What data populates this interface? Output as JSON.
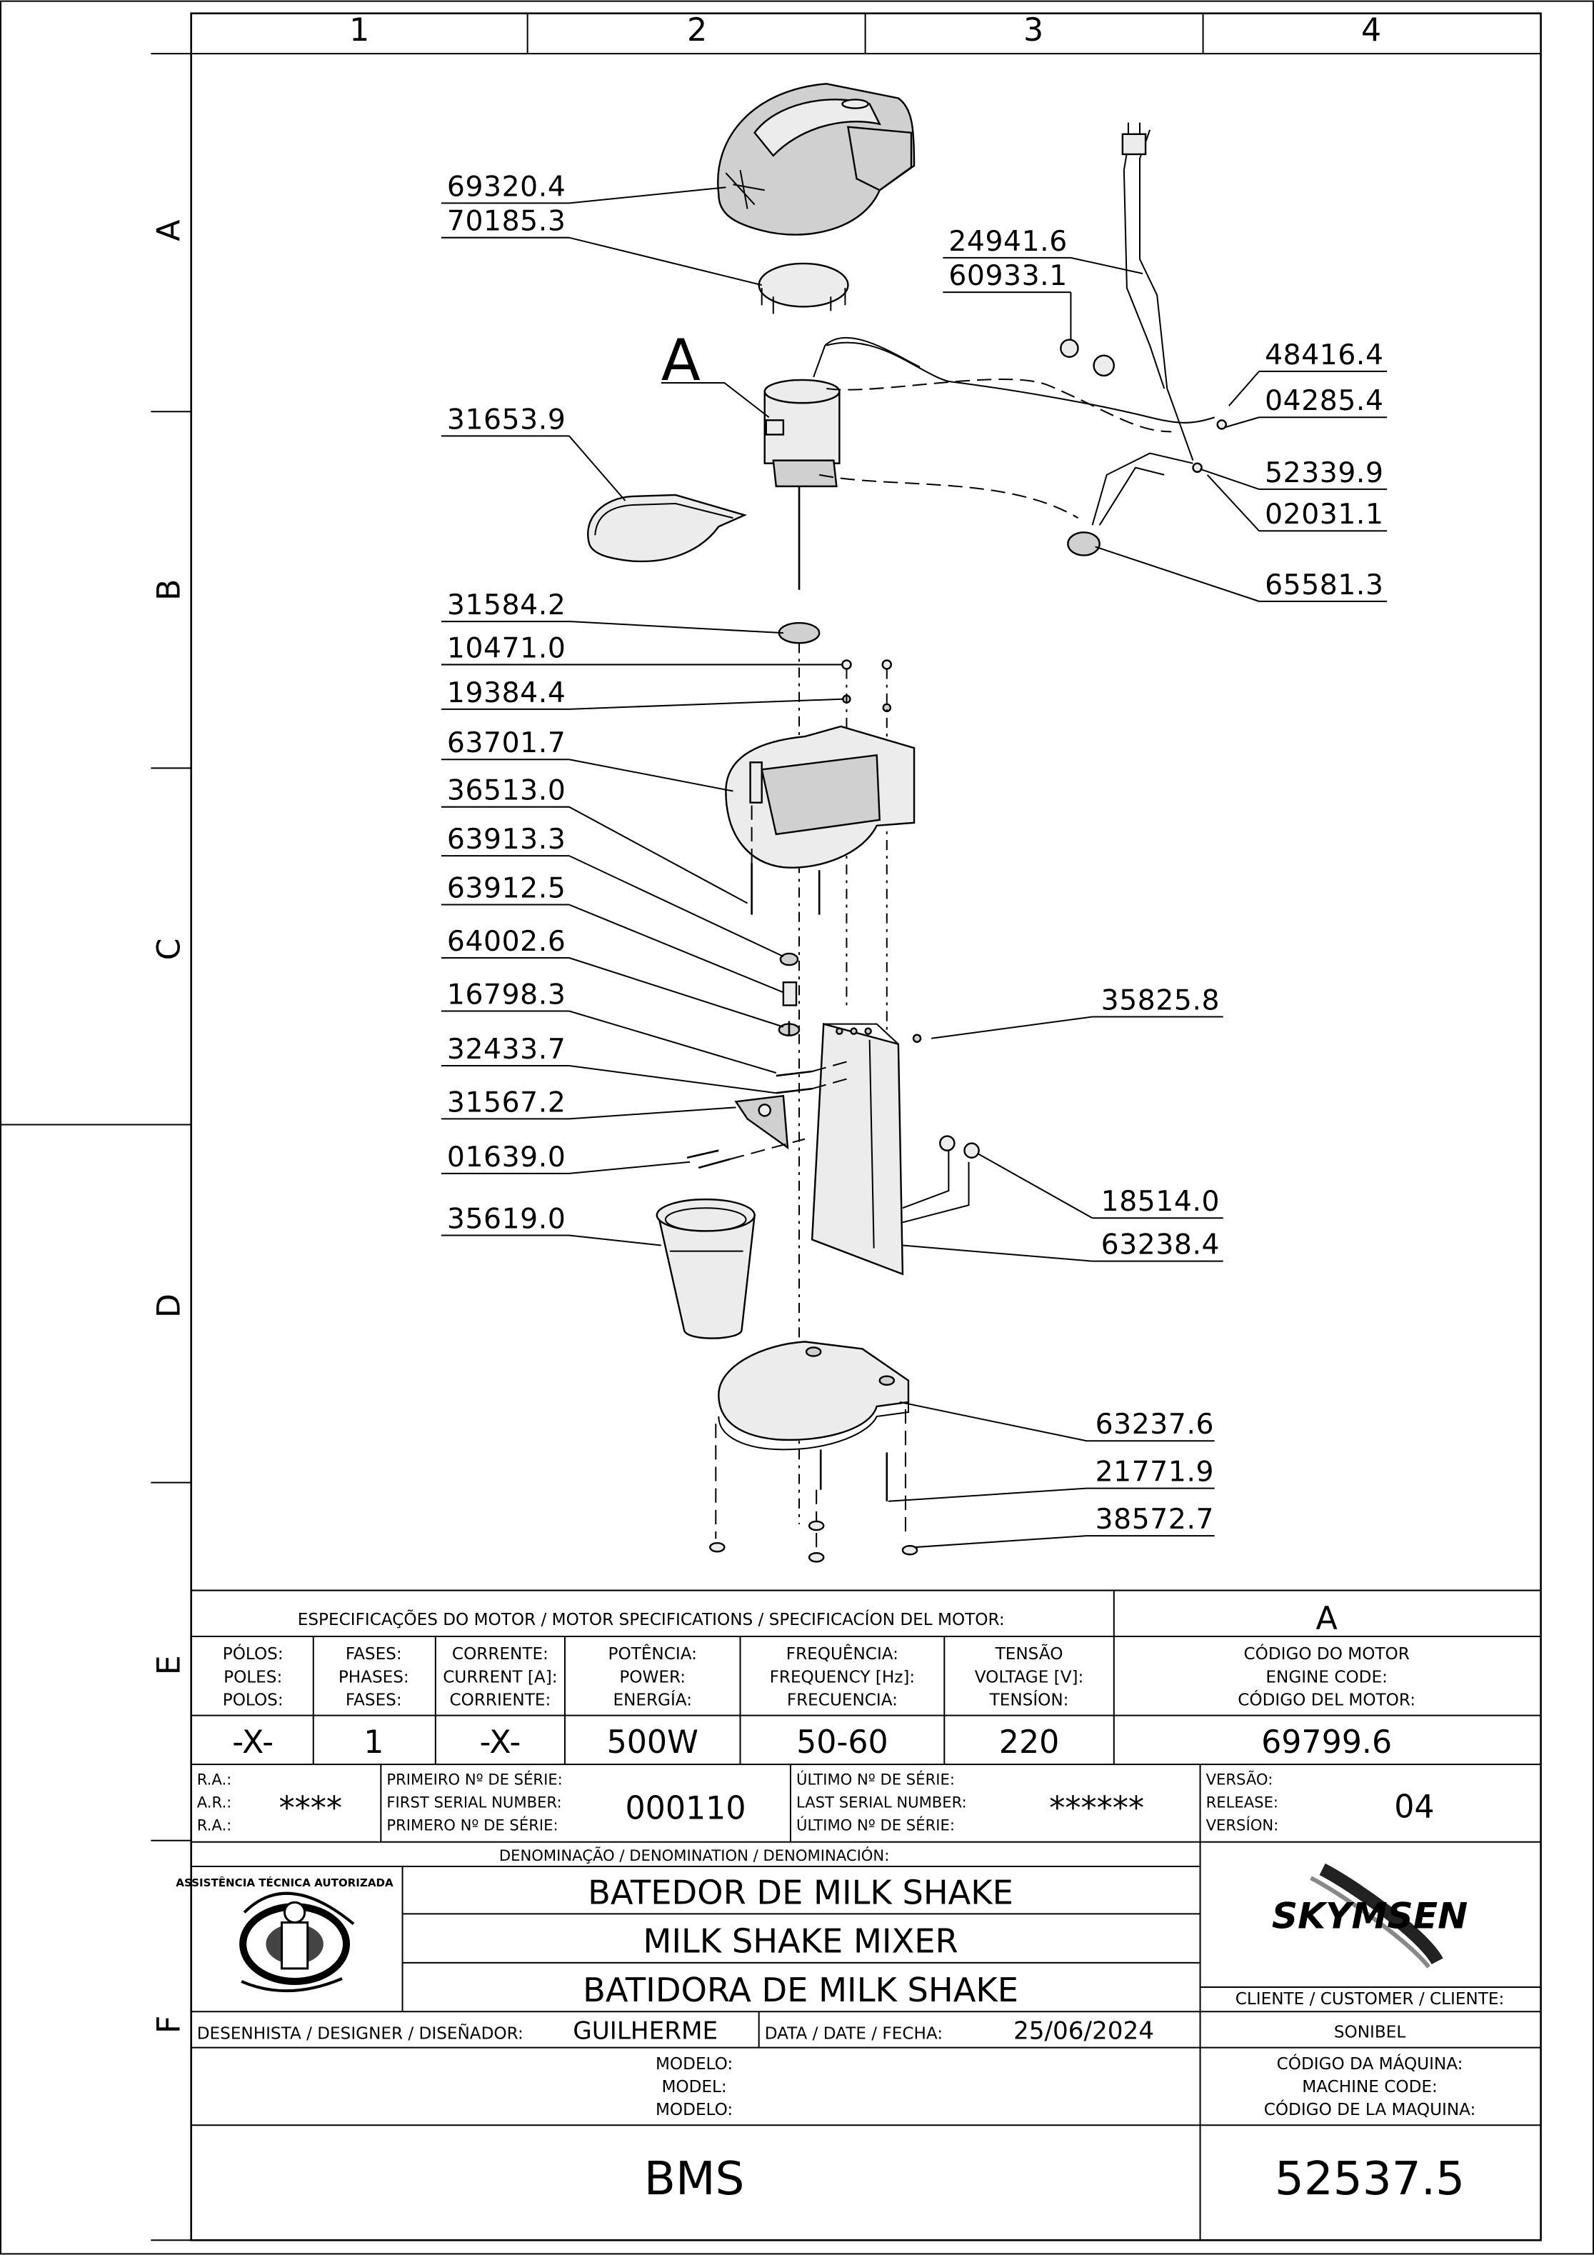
{
  "grid": {
    "columns": [
      "1",
      "2",
      "3",
      "4"
    ],
    "rows": [
      "A",
      "B",
      "C",
      "D",
      "E",
      "F"
    ]
  },
  "parts": [
    {
      "code": "69320.4"
    },
    {
      "code": "70185.3"
    },
    {
      "code": "24941.6"
    },
    {
      "code": "60933.1"
    },
    {
      "code": "48416.4"
    },
    {
      "code": "04285.4"
    },
    {
      "code": "31653.9"
    },
    {
      "code": "52339.9"
    },
    {
      "code": "02031.1"
    },
    {
      "code": "65581.3"
    },
    {
      "code": "31584.2"
    },
    {
      "code": "10471.0"
    },
    {
      "code": "19384.4"
    },
    {
      "code": "63701.7"
    },
    {
      "code": "36513.0"
    },
    {
      "code": "63913.3"
    },
    {
      "code": "63912.5"
    },
    {
      "code": "64002.6"
    },
    {
      "code": "16798.3"
    },
    {
      "code": "35825.8"
    },
    {
      "code": "32433.7"
    },
    {
      "code": "31567.2"
    },
    {
      "code": "01639.0"
    },
    {
      "code": "18514.0"
    },
    {
      "code": "63238.4"
    },
    {
      "code": "35619.0"
    },
    {
      "code": "63237.6"
    },
    {
      "code": "21771.9"
    },
    {
      "code": "38572.7"
    }
  ],
  "detail_letter": "A",
  "motor_spec": {
    "title": "ESPECIFICAÇÕES DO MOTOR / MOTOR SPECIFICATIONS / SPECIFICACÍON DEL MOTOR:",
    "letter": "A",
    "headers": [
      [
        "PÓLOS:",
        "POLES:",
        "POLOS:"
      ],
      [
        "FASES:",
        "PHASES:",
        "FASES:"
      ],
      [
        "CORRENTE:",
        "CURRENT [A]:",
        "CORRIENTE:"
      ],
      [
        "POTÊNCIA:",
        "POWER:",
        "ENERGÍA:"
      ],
      [
        "FREQUÊNCIA:",
        "FREQUENCY [Hz]:",
        "FRECUENCIA:"
      ],
      [
        "TENSÃO",
        "VOLTAGE [V]:",
        "TENSÍON:"
      ],
      [
        "CÓDIGO DO MOTOR",
        "ENGINE CODE:",
        "CÓDIGO DEL MOTOR:"
      ]
    ],
    "values": [
      "-X-",
      "1",
      "-X-",
      "500W",
      "50-60",
      "220",
      "69799.6"
    ]
  },
  "serial": {
    "ra_labels": [
      "R.A.:",
      "A.R.:",
      "R.A.:"
    ],
    "ra_value": "****",
    "first_labels": [
      "PRIMEIRO Nº DE SÉRIE:",
      "FIRST SERIAL NUMBER:",
      "PRIMERO Nº DE SÉRIE:"
    ],
    "first_value": "000110",
    "last_labels": [
      "ÚLTIMO Nº DE SÉRIE:",
      "LAST SERIAL NUMBER:",
      "ÚLTIMO Nº DE SÉRIE:"
    ],
    "last_value": "******",
    "version_labels": [
      "VERSÃO:",
      "RELEASE:",
      "VERSÍON:"
    ],
    "version_value": "04"
  },
  "denomination": {
    "header": "DENOMINAÇÃO / DENOMINATION / DENOMINACIÓN:",
    "lines": [
      "BATEDOR DE MILK SHAKE",
      "MILK SHAKE MIXER",
      "BATIDORA DE MILK SHAKE"
    ]
  },
  "seal": {
    "text": "ASSISTÊNCIA TÉCNICA AUTORIZADA"
  },
  "brand": {
    "name": "SKYMSEN"
  },
  "client": {
    "label": "CLIENTE / CUSTOMER / CLIENTE:",
    "value": "SONIBEL"
  },
  "designer": {
    "label": "DESENHISTA / DESIGNER / DISEÑADOR:",
    "value": "GUILHERME"
  },
  "date": {
    "label": "DATA / DATE / FECHA:",
    "value": "25/06/2024"
  },
  "model": {
    "labels": [
      "MODELO:",
      "MODEL:",
      "MODELO:"
    ],
    "value": "BMS"
  },
  "machine_code": {
    "labels": [
      "CÓDIGO DA MÁQUINA:",
      "MACHINE CODE:",
      "CÓDIGO DE LA MAQUINA:"
    ],
    "value": "52537.5"
  }
}
